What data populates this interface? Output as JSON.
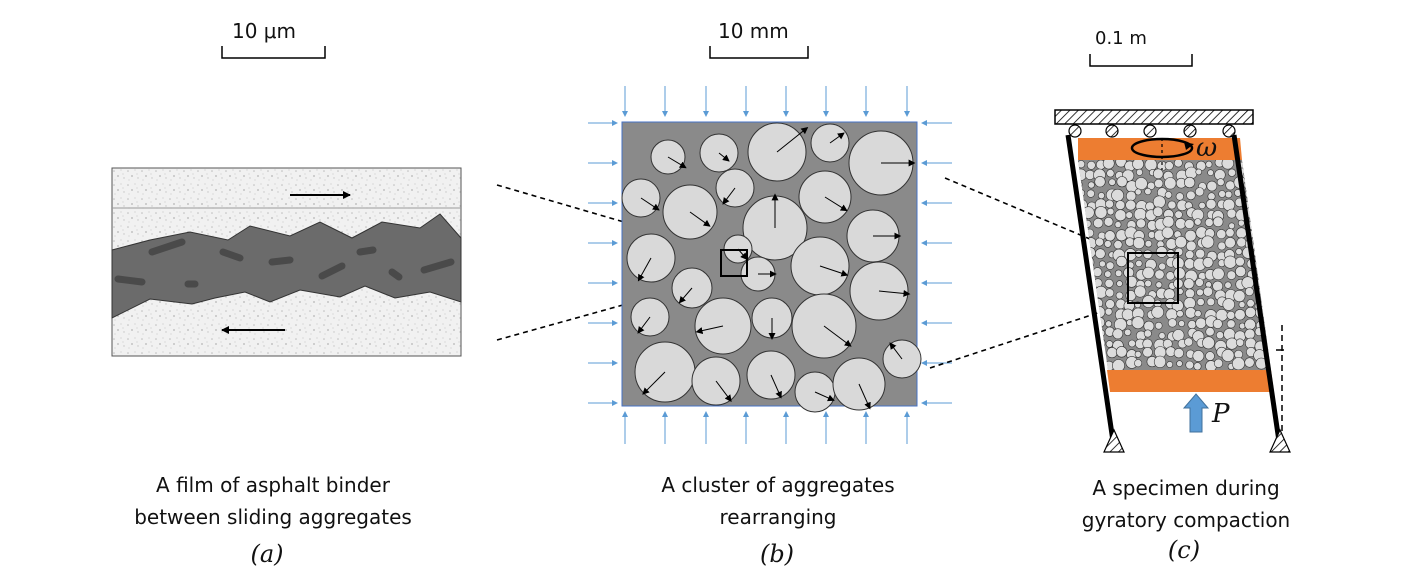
{
  "panel_a": {
    "scale_label": "10 μm",
    "caption_line1": "A film of asphalt binder",
    "caption_line2": "between sliding aggregates",
    "label": "(a)"
  },
  "panel_b": {
    "scale_label": "10 mm",
    "caption_line1": "A cluster of aggregates",
    "caption_line2": "rearranging",
    "label": "(b)"
  },
  "panel_c": {
    "scale_label": "0.1 m",
    "caption_line1": "A specimen during",
    "caption_line2": "gyratory compaction",
    "label": "(c)",
    "rotation_symbol": "ω",
    "force_symbol": "P"
  },
  "colors": {
    "binder": "#6b6b6b",
    "aggregate": "#d9d9d9",
    "cluster_bg": "#8a8a8a",
    "load_arrows": "#5b9bd5",
    "end_plates": "#ed7d31",
    "force_arrow": "#5b9bd5"
  }
}
